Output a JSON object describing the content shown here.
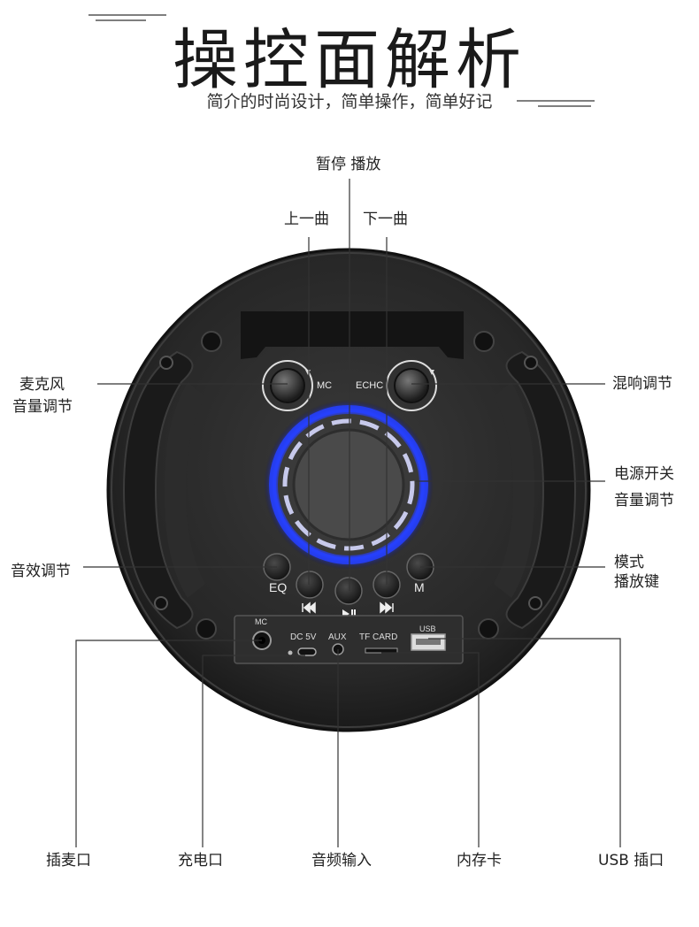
{
  "header": {
    "title": "操控面解析",
    "subtitle": "简介的时尚设计，简单操作，简单好记"
  },
  "callouts": {
    "play_pause": "暂停 播放",
    "prev_track": "上一曲",
    "next_track": "下一曲",
    "mic_volume_l1": "麦克风",
    "mic_volume_l2": "音量调节",
    "echo": "混响调节",
    "power_volume_l1": "电源开关",
    "power_volume_l2": "音量调节",
    "eq": "音效调节",
    "mode_l1": "模式",
    "mode_l2": "播放键",
    "mic_jack": "插麦口",
    "charge_port": "充电口",
    "aux_in": "音频输入",
    "tf_card": "内存卡",
    "usb_port": "USB 插口"
  },
  "device": {
    "knob_mic_label": "MC",
    "knob_echo_label": "ECHC",
    "btn_eq": "EQ",
    "btn_mode": "M",
    "port_mic": "MC",
    "port_dc": "DC 5V",
    "port_aux": "AUX",
    "port_tf": "TF CARD",
    "port_usb": "USB"
  },
  "colors": {
    "body": "#262626",
    "ring_glow": "#2a3fd8",
    "line": "#333333"
  }
}
